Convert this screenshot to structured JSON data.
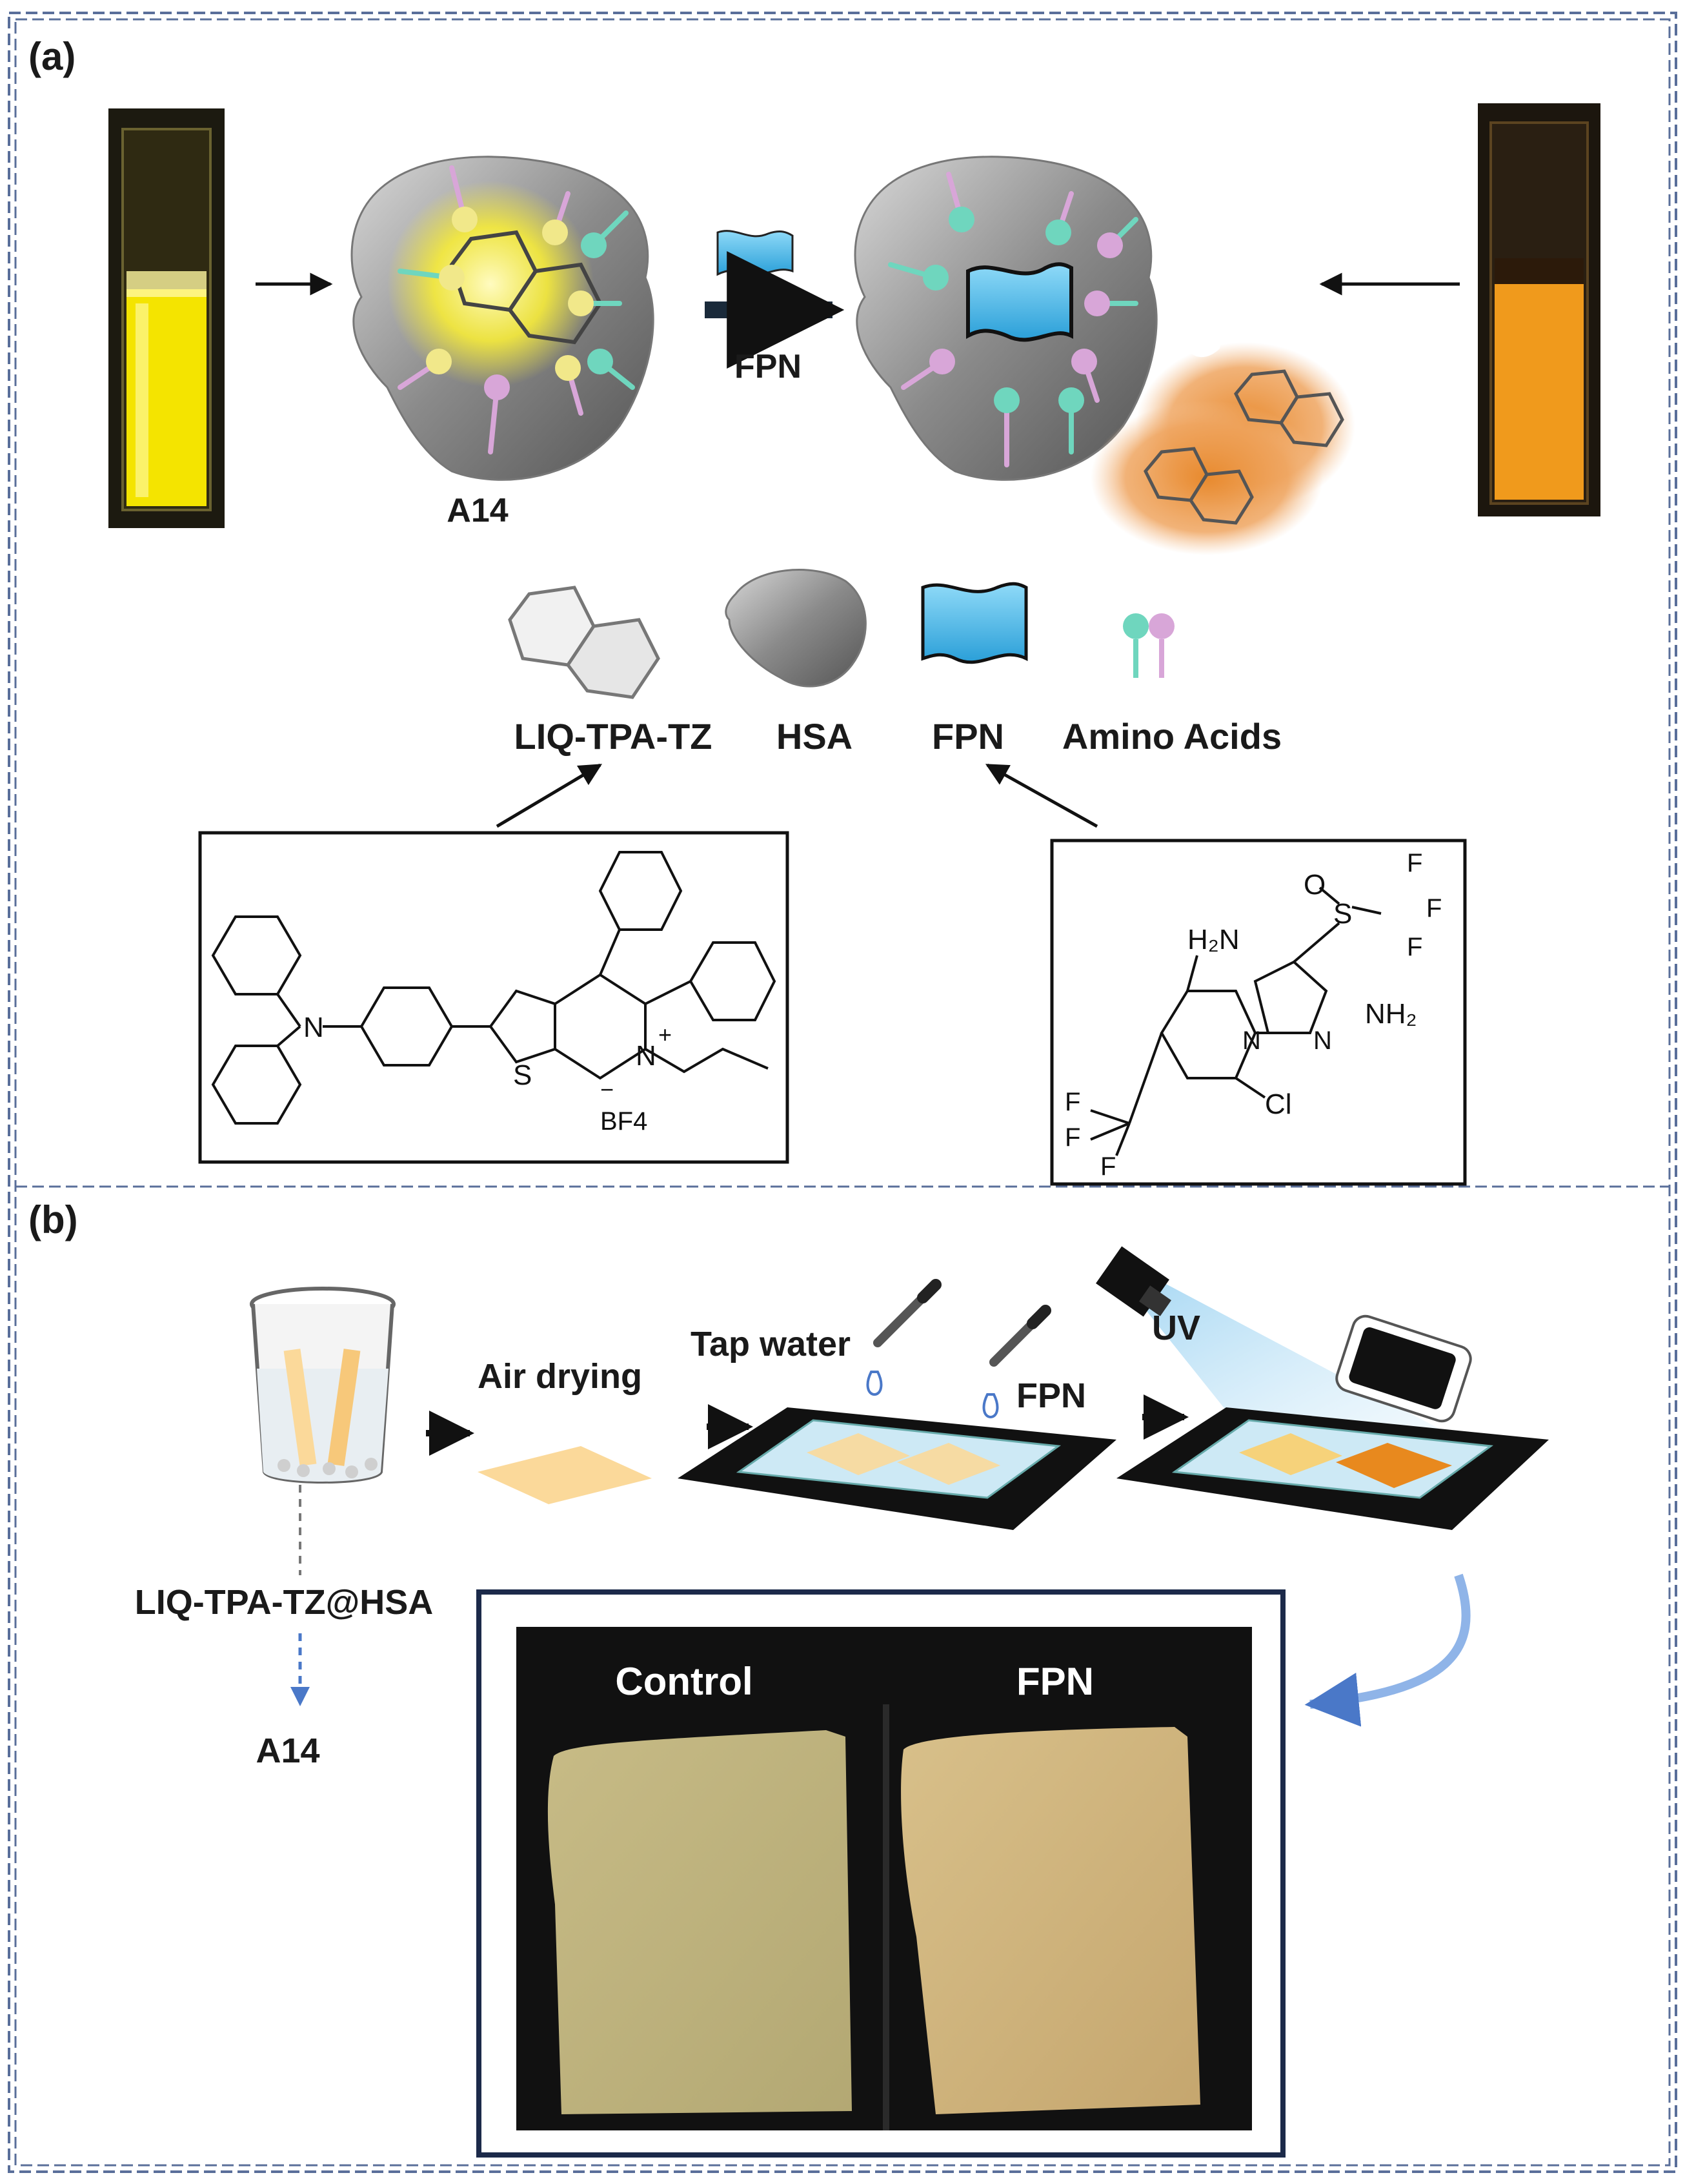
{
  "panel_a": {
    "label": "(a)",
    "complex_label": "A14",
    "arrow_label": "FPN",
    "legend": {
      "probe": "LIQ-TPA-TZ",
      "protein": "HSA",
      "pesticide": "FPN",
      "amino_acids": "Amino Acids"
    },
    "chem_probe": {
      "counter_ion": "BF4",
      "charge": "+",
      "sulfur": "S",
      "nitrogen": "N",
      "amine_n": "N",
      "minus": "−"
    },
    "chem_fpn": {
      "h2n": "H₂N",
      "nh2": "NH₂",
      "o": "O",
      "s": "S",
      "f1": "F",
      "f2": "F",
      "f3": "F",
      "cl1": "Cl",
      "cl2": "Cl",
      "n1": "N",
      "n2": "N",
      "cf3_f1": "F",
      "cf3_f2": "F",
      "cf3_f3": "F"
    }
  },
  "panel_b": {
    "label": "(b)",
    "solution_label": "LIQ-TPA-TZ@HSA",
    "result_label": "A14",
    "step_dry": "Air drying",
    "step_tap": "Tap water",
    "step_fpn": "FPN",
    "step_uv": "UV",
    "photo_control": "Control",
    "photo_fpn": "FPN"
  },
  "colors": {
    "frame": "#5a6f9a",
    "yellow_emission": "#f4e400",
    "orange_emission": "#e88a2e",
    "hsa_gray": "#8c8c8c",
    "fpn_blue": "#3db4ea",
    "amino_green": "#6fd6be",
    "amino_pink": "#d8a6d8",
    "paper_strip": "#fbd99a",
    "uv_light": "#a8d8f0"
  }
}
